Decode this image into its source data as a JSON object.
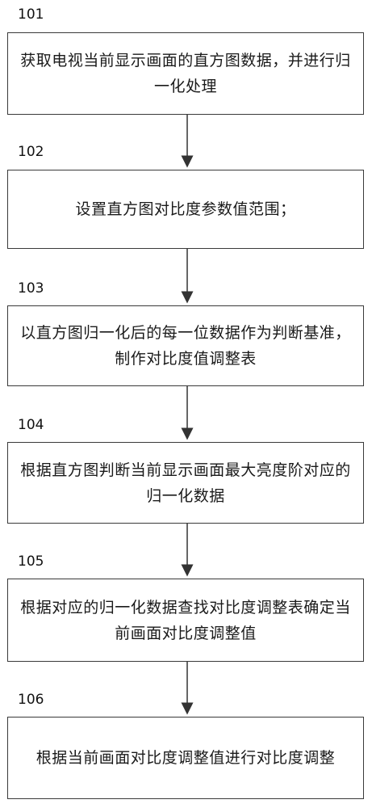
{
  "steps": [
    {
      "id": "101",
      "text": "获取电视当前显示画面的直方图数据，并进行归一化处理"
    },
    {
      "id": "102",
      "text": "设置直方图对比度参数值范围；"
    },
    {
      "id": "103",
      "text": "以直方图归一化后的每一位数据作为判断基准，制作对比度值调整表"
    },
    {
      "id": "104",
      "text": "根据直方图判断当前显示画面最大亮度阶对应的归一化数据"
    },
    {
      "id": "105",
      "text": "根据对应的归一化数据查找对比度调整表确定当前画面对比度调整值"
    },
    {
      "id": "106",
      "text": "根据当前画面对比度调整值进行对比度调整"
    }
  ]
}
